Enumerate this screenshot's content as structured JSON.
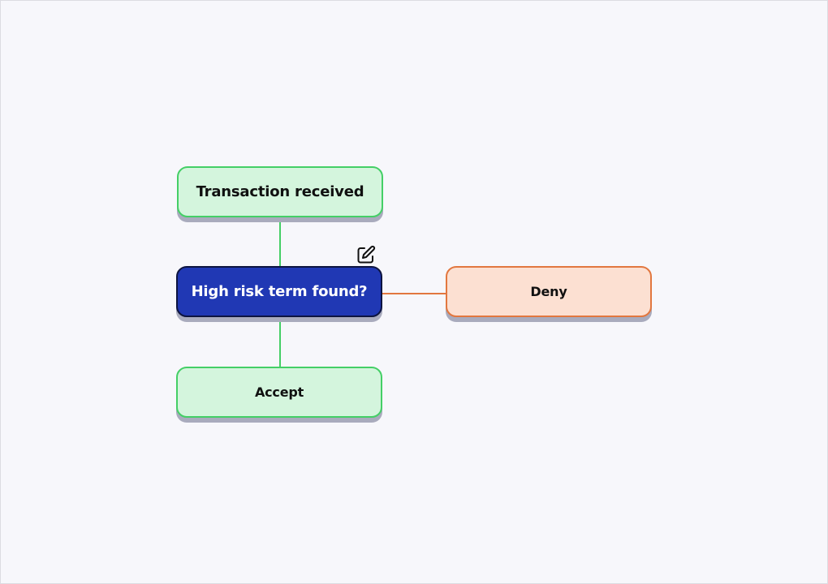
{
  "nodes": {
    "start": {
      "label": "Transaction received"
    },
    "decision": {
      "label": "High risk term found?"
    },
    "deny": {
      "label": "Deny"
    },
    "accept": {
      "label": "Accept"
    }
  },
  "icons": {
    "edit": "edit-icon"
  },
  "colors": {
    "background": "#f7f7fb",
    "green_fill": "#d4f5dd",
    "green_stroke": "#44cf66",
    "blue_fill": "#2038b4",
    "orange_fill": "#fce0d2",
    "orange_stroke": "#e2773f",
    "shadow": "#a9abbd"
  }
}
